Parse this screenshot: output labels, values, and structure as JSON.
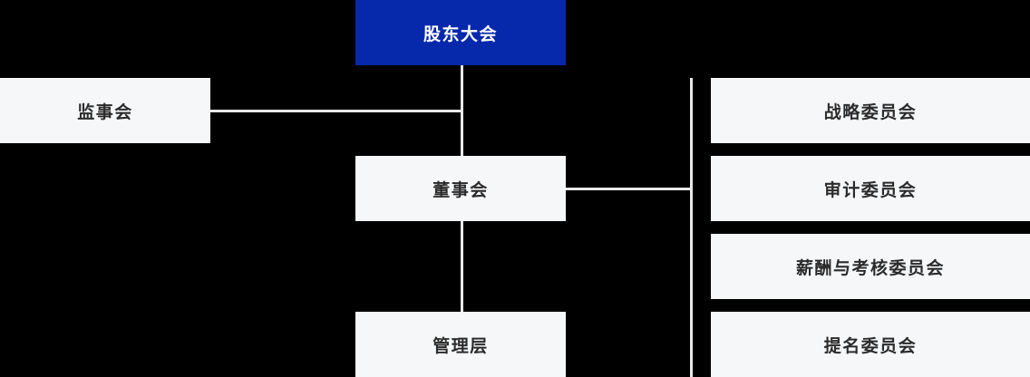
{
  "chart": {
    "type": "org-chart",
    "title": "",
    "background_color": "#000000",
    "accent_color": "#0629ac",
    "node_fill_color": "#f6f7f9",
    "node_text_color": "#2b2b2b",
    "connector_color": "#e9e9e9"
  },
  "nodes": {
    "shareholders_meeting": {
      "label": "股东大会",
      "level": 1,
      "style": "primary"
    },
    "board_of_supervisors": {
      "label": "监事会",
      "level": 2,
      "style": "light"
    },
    "board_of_directors": {
      "label": "董事会",
      "level": 2,
      "style": "light"
    },
    "management": {
      "label": "管理层",
      "level": 3,
      "style": "light"
    }
  },
  "committees": [
    {
      "label": "战略委员会"
    },
    {
      "label": "审计委员会"
    },
    {
      "label": "薪酬与考核委员会"
    },
    {
      "label": "提名委员会"
    }
  ],
  "relations": [
    {
      "from": "股东大会",
      "to": "董事会"
    },
    {
      "from": "股东大会",
      "to": "监事会"
    },
    {
      "from": "董事会",
      "to": "管理层"
    },
    {
      "from": "董事会",
      "to": "战略委员会"
    },
    {
      "from": "董事会",
      "to": "审计委员会"
    },
    {
      "from": "董事会",
      "to": "薪酬与考核委员会"
    },
    {
      "from": "董事会",
      "to": "提名委员会"
    }
  ]
}
